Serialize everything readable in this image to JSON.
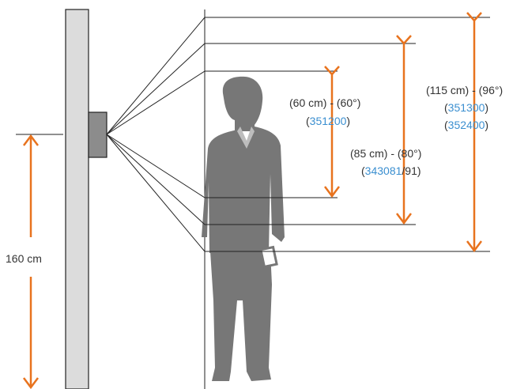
{
  "colors": {
    "wall": "#dcdcdc",
    "device": "#8c8c8c",
    "silhouette": "#777777",
    "arrow": "#e8731e",
    "line": "#222222",
    "text": "#333333",
    "code": "#3b8fd0"
  },
  "mount_height": "160 cm",
  "coverage": [
    {
      "range_text": "(60 cm) - (60°)",
      "codes": [
        {
          "code": "351200",
          "suffix": ""
        }
      ]
    },
    {
      "range_text": "(85 cm) - (80°)",
      "codes": [
        {
          "code": "343081",
          "suffix": "/91"
        }
      ]
    },
    {
      "range_text": "(115 cm) - (96°)",
      "codes": [
        {
          "code": "351300",
          "suffix": ""
        },
        {
          "code": "352400",
          "suffix": ""
        }
      ]
    }
  ]
}
